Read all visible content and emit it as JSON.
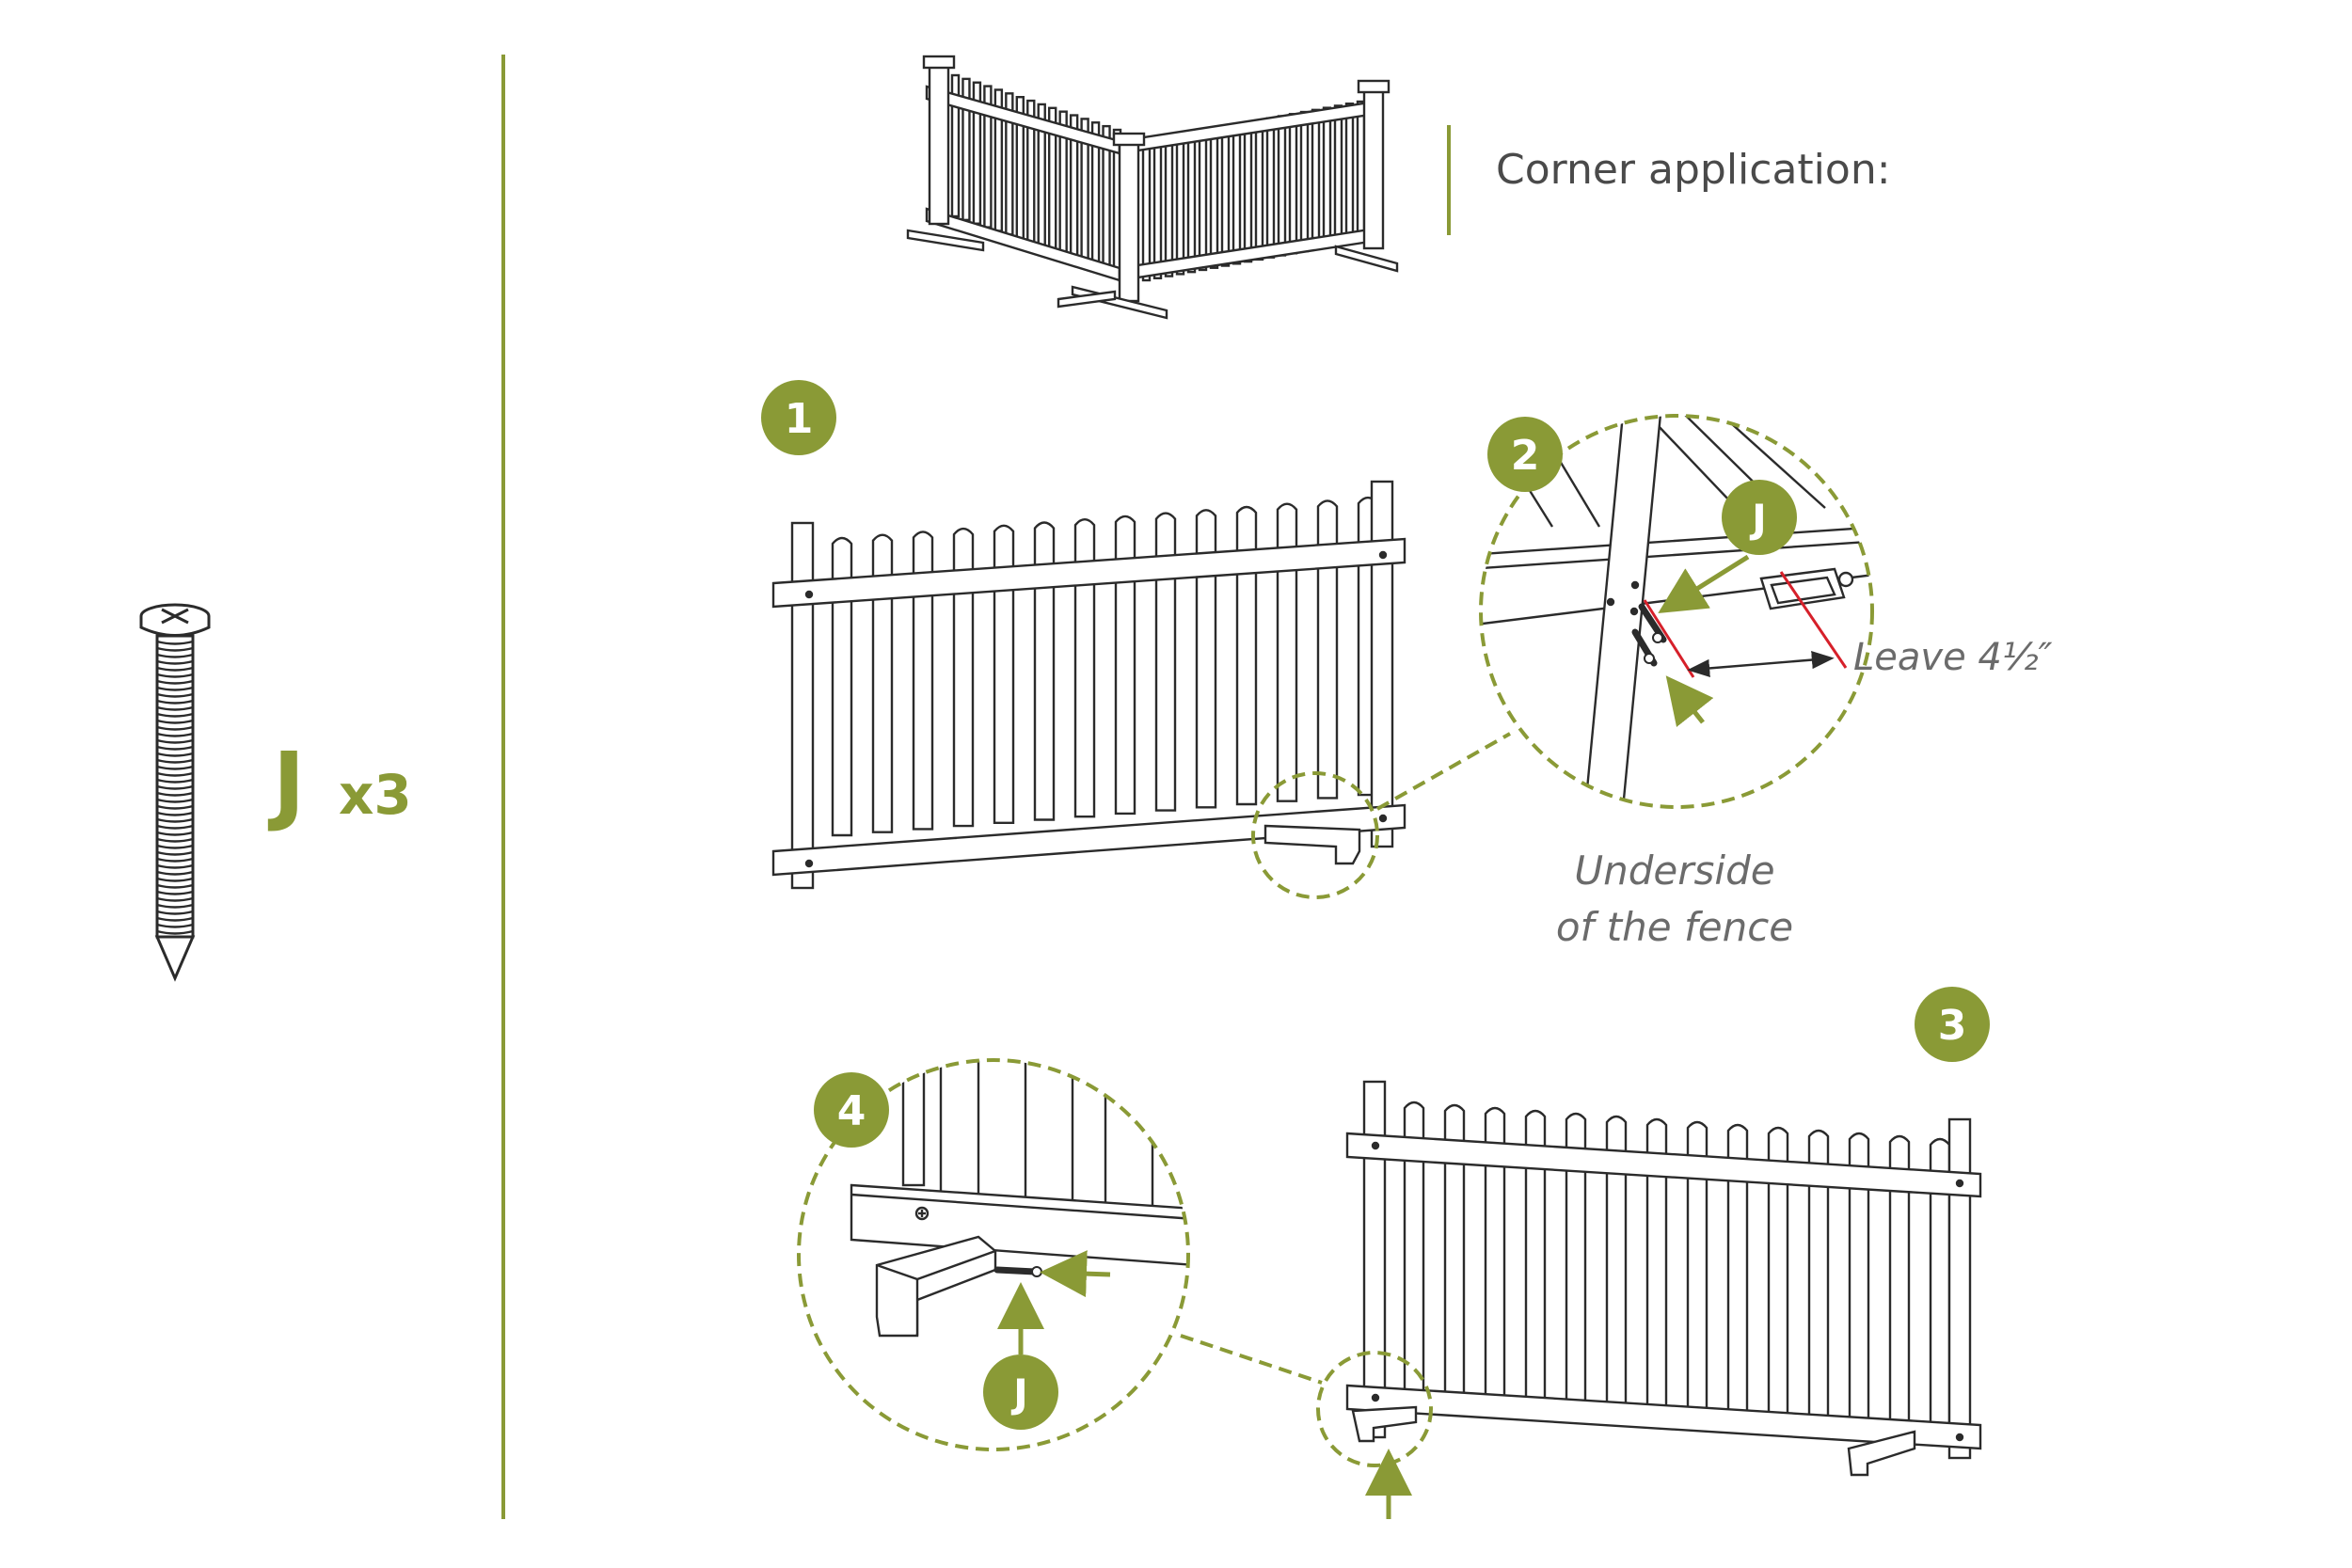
{
  "colors": {
    "accent": "#8a9a36",
    "line": "#2b2b2b",
    "highlight": "#d6202a",
    "callout_text": "#6b6b6b",
    "background": "#ffffff"
  },
  "parts": {
    "part_letter": "J",
    "quantity": "x3"
  },
  "header": {
    "title": "Corner application:"
  },
  "steps": [
    {
      "number": "1"
    },
    {
      "number": "2"
    },
    {
      "number": "3"
    },
    {
      "number": "4"
    }
  ],
  "callouts": {
    "j_label_step2": "J",
    "j_label_step4": "J",
    "leave_label": "Leave 4½″",
    "underside_line1": "Underside",
    "underside_line2": "of the fence"
  }
}
